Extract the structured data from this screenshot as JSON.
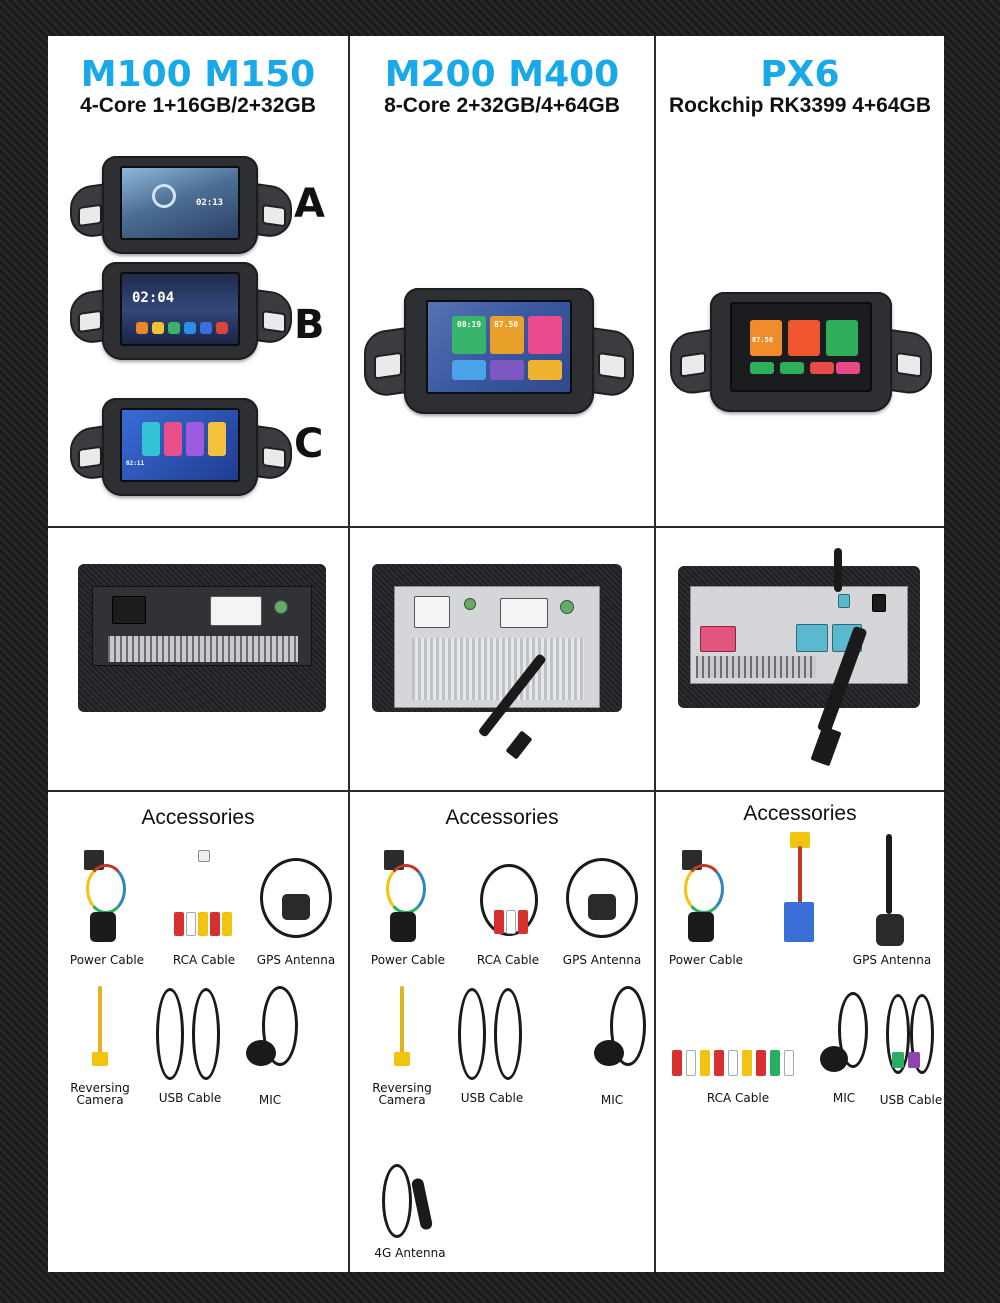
{
  "columns": [
    {
      "title": "M100 M150",
      "spec": "4-Core 1+16GB/2+32GB",
      "variants": [
        "A",
        "B",
        "C"
      ],
      "variant_clocks": [
        "02:13",
        "02:04",
        "02:11"
      ]
    },
    {
      "title": "M200 M400",
      "spec": "8-Core 2+32GB/4+64GB",
      "screen_clock": "08:19",
      "screen_value": "87.50"
    },
    {
      "title": "PX6",
      "spec": "Rockchip RK3399 4+64GB",
      "screen_value": "87.50"
    }
  ],
  "accessories": {
    "heading": "Accessories",
    "col1": [
      "Power Cable",
      "RCA Cable",
      "GPS Antenna",
      "Reversing\nCamera",
      "USB Cable",
      "MIC"
    ],
    "col2": [
      "Power Cable",
      "RCA Cable",
      "GPS Antenna",
      "Reversing\nCamera",
      "USB Cable",
      "MIC",
      "4G Antenna"
    ],
    "col3": [
      "Power Cable",
      "GPS Antenna",
      "RCA Cable",
      "MIC",
      "USB Cable"
    ]
  },
  "colors": {
    "title_blue": "#19a9e8",
    "background": "#1f1f1f",
    "panel": "#ffffff",
    "grid_line": "#2a2a2a"
  }
}
